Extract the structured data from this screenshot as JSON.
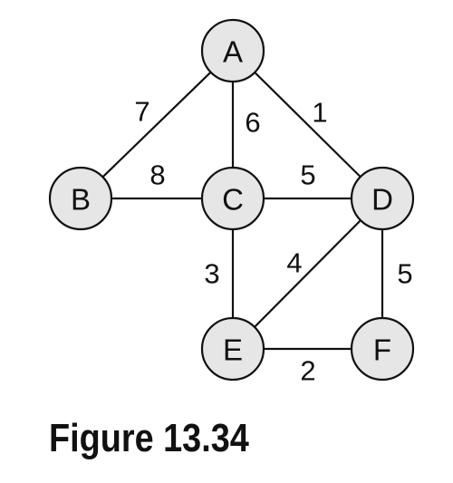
{
  "caption": "Figure 13.34",
  "colors": {
    "node_fill": "#e6e6e6",
    "stroke": "#111111",
    "background": "#ffffff"
  },
  "nodes": [
    {
      "id": "A",
      "label": "A"
    },
    {
      "id": "B",
      "label": "B"
    },
    {
      "id": "C",
      "label": "C"
    },
    {
      "id": "D",
      "label": "D"
    },
    {
      "id": "E",
      "label": "E"
    },
    {
      "id": "F",
      "label": "F"
    }
  ],
  "edges": [
    {
      "from": "A",
      "to": "B",
      "weight": "7"
    },
    {
      "from": "A",
      "to": "C",
      "weight": "6"
    },
    {
      "from": "A",
      "to": "D",
      "weight": "1"
    },
    {
      "from": "B",
      "to": "C",
      "weight": "8"
    },
    {
      "from": "C",
      "to": "D",
      "weight": "5"
    },
    {
      "from": "C",
      "to": "E",
      "weight": "3"
    },
    {
      "from": "D",
      "to": "E",
      "weight": "4"
    },
    {
      "from": "D",
      "to": "F",
      "weight": "5"
    },
    {
      "from": "E",
      "to": "F",
      "weight": "2"
    }
  ]
}
